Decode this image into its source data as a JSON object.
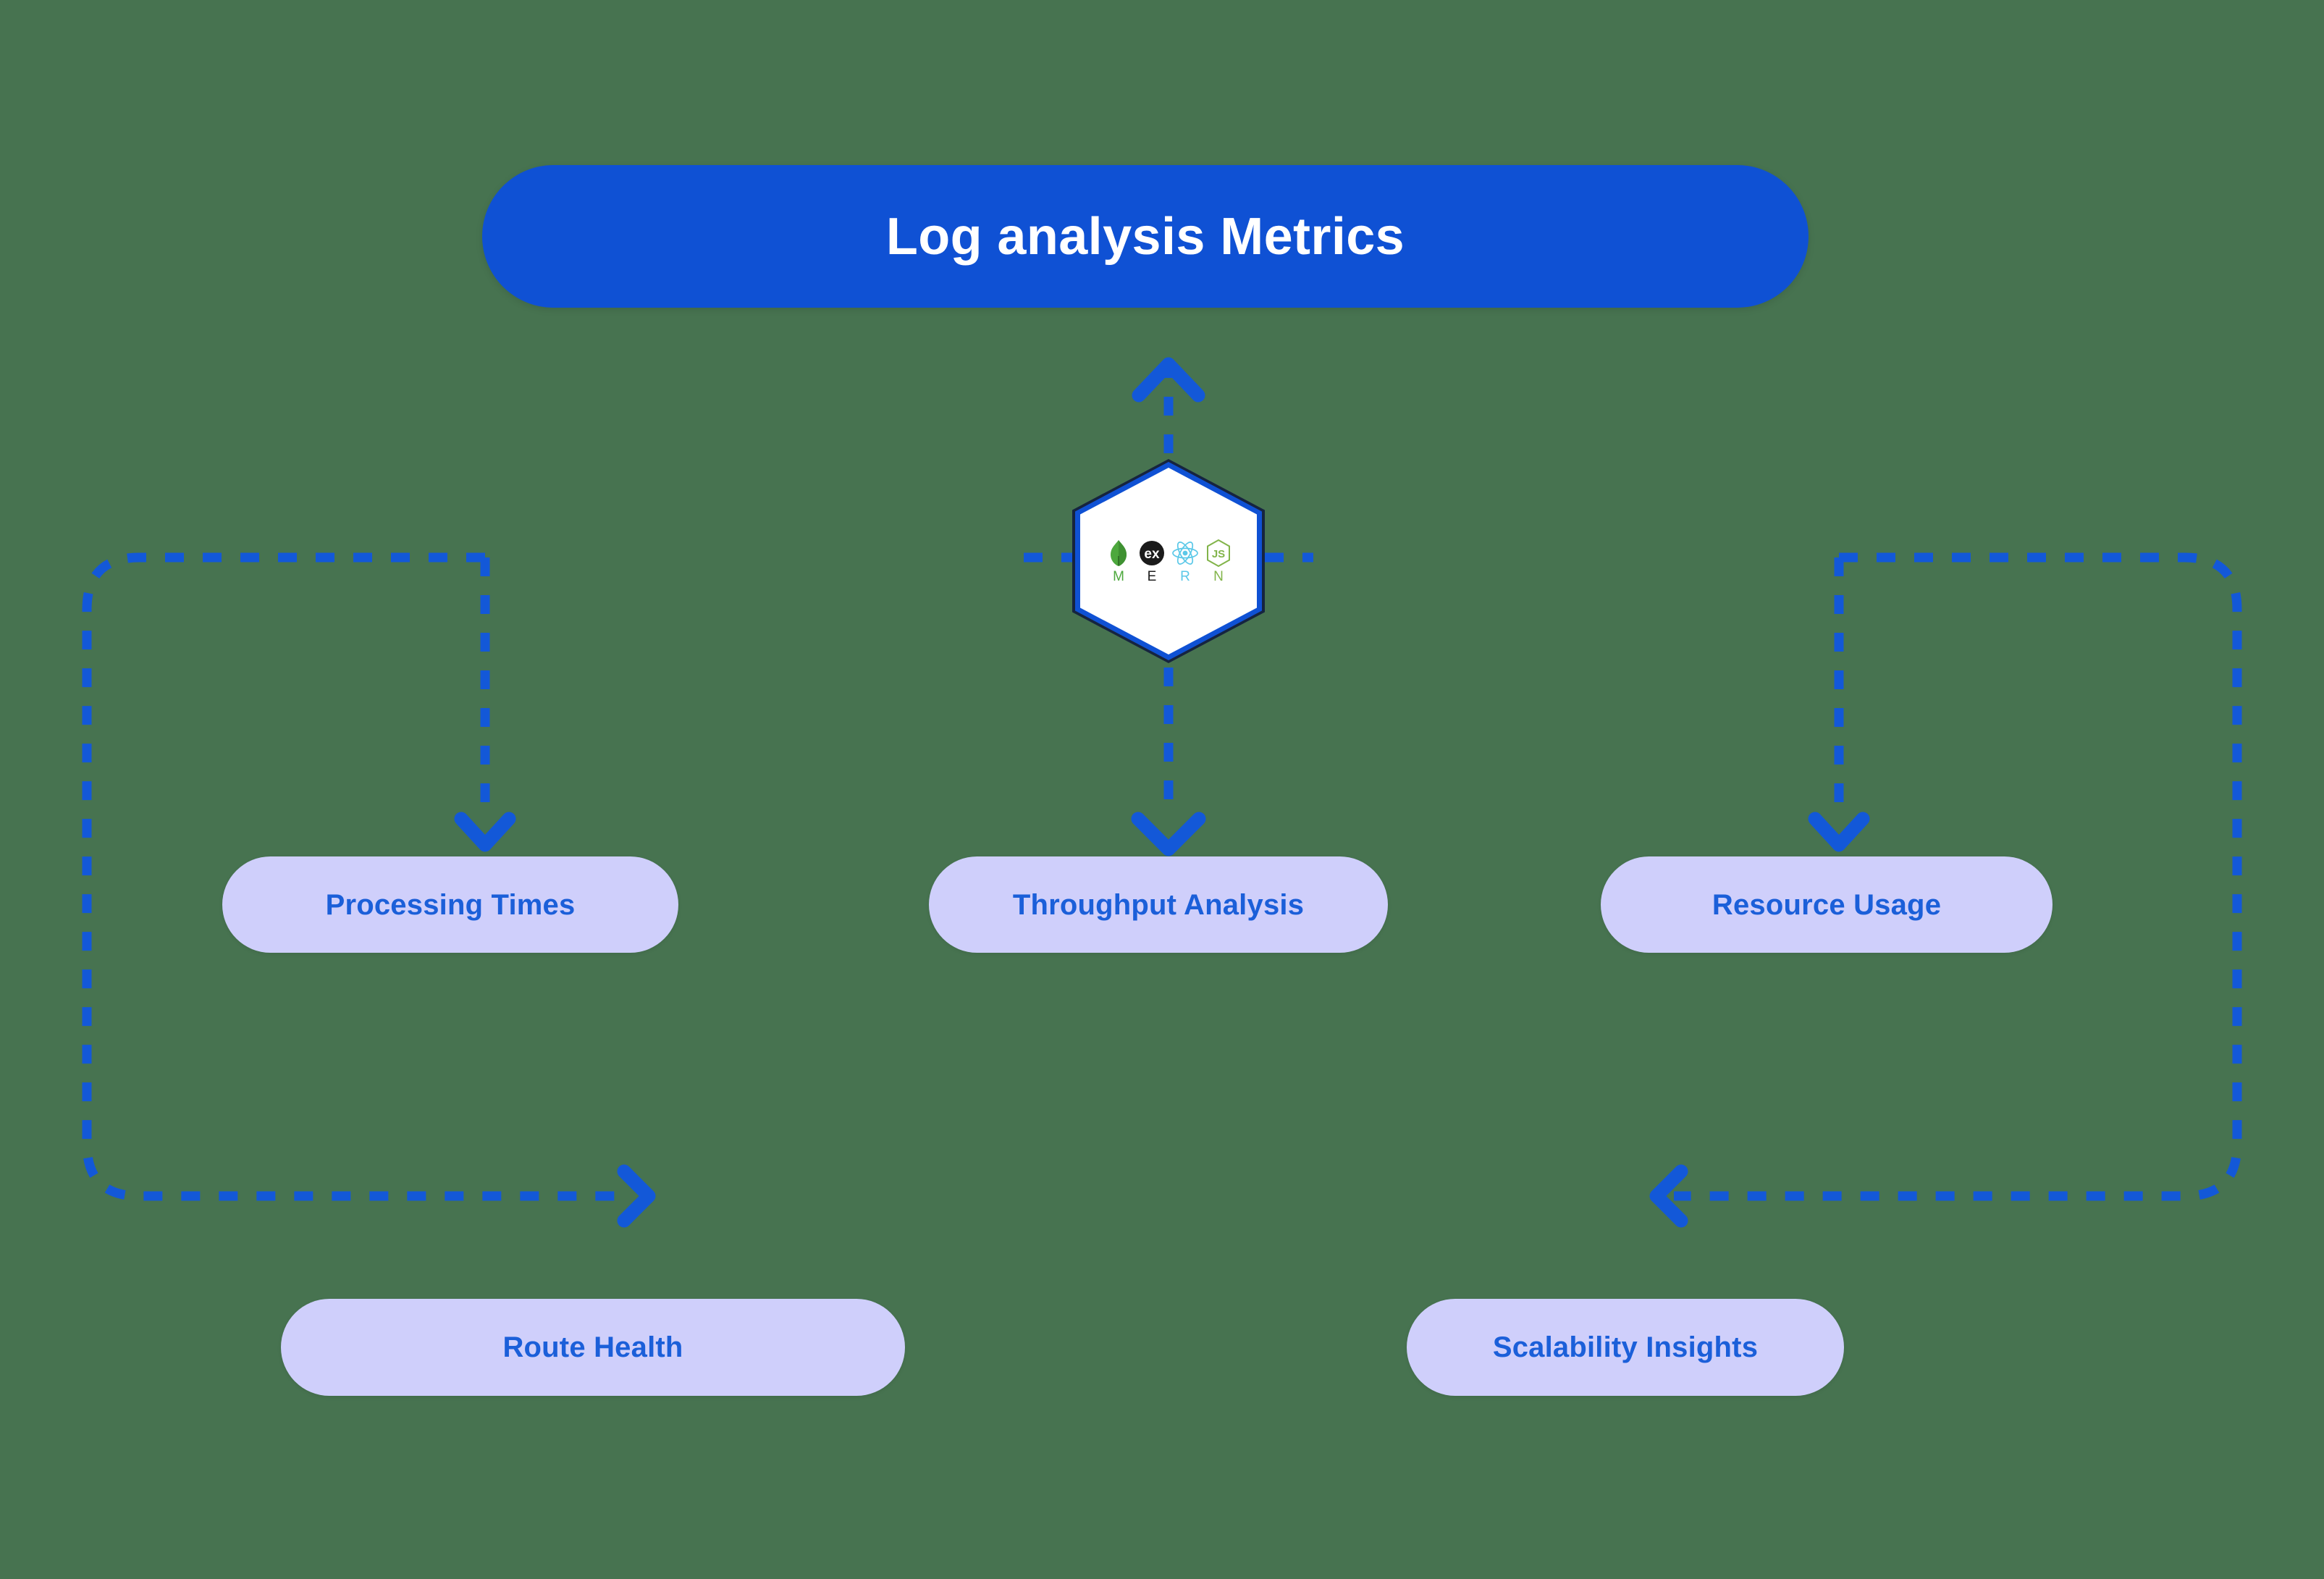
{
  "diagram": {
    "title": "Log analysis Metrics",
    "background_color": "#477350",
    "accent_blue": "#0F51D4",
    "pill_fill": "#CFCFFB",
    "pill_text_color": "#1B5FD9",
    "center_node": {
      "name": "MERN stack hexagon",
      "shape": "hexagon",
      "border_outer_color": "#16243F",
      "border_inner_color": "#0F51D4",
      "fill": "#FFFFFF",
      "letters": [
        "M",
        "E",
        "R",
        "N"
      ],
      "icons": [
        {
          "name": "mongodb-leaf-icon",
          "label": "M",
          "color": "#4DA83D"
        },
        {
          "name": "express-ex-icon",
          "label": "E",
          "color": "#1E1E1E"
        },
        {
          "name": "react-atom-icon",
          "label": "R",
          "color": "#5BC8E8"
        },
        {
          "name": "nodejs-js-icon",
          "label": "N",
          "color": "#82B44A"
        }
      ]
    },
    "nodes": [
      {
        "id": "processing-times",
        "label": "Processing Times"
      },
      {
        "id": "throughput-analysis",
        "label": "Throughput Analysis"
      },
      {
        "id": "resource-usage",
        "label": "Resource Usage"
      },
      {
        "id": "route-health",
        "label": "Route Health"
      },
      {
        "id": "scalability-insights",
        "label": "Scalability Insights"
      }
    ],
    "connectors": [
      {
        "from": "mern-hexagon",
        "to": "header-title",
        "style": "dashed",
        "arrow": "up"
      },
      {
        "from": "mern-hexagon",
        "to": "processing-times",
        "style": "dashed",
        "arrow": "down"
      },
      {
        "from": "mern-hexagon",
        "to": "throughput-analysis",
        "style": "dashed",
        "arrow": "down"
      },
      {
        "from": "mern-hexagon",
        "to": "resource-usage",
        "style": "dashed",
        "arrow": "down"
      },
      {
        "from": "mern-hexagon",
        "to": "route-health",
        "style": "dashed",
        "arrow": "right"
      },
      {
        "from": "mern-hexagon",
        "to": "scalability-insights",
        "style": "dashed",
        "arrow": "left"
      }
    ]
  }
}
